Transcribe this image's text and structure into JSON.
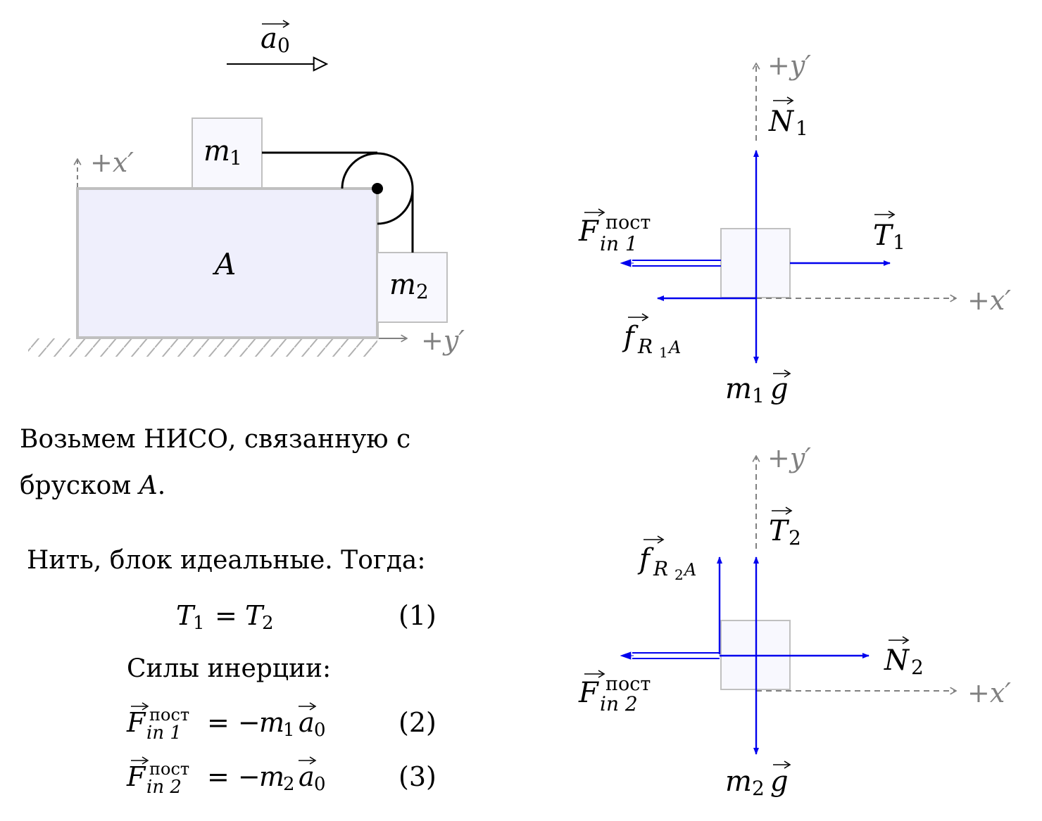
{
  "setup": {
    "acceleration_label": "a",
    "acceleration_sub": "0",
    "block_A_label": "A",
    "mass1_label": "m",
    "mass1_sub": "1",
    "mass2_label": "m",
    "mass2_sub": "2",
    "axis_x_label": "+x′",
    "axis_y_label": "+y′"
  },
  "fbd1": {
    "axis_x_label": "+x′",
    "axis_y_label": "+y′",
    "normal": {
      "main": "N",
      "sub": "1"
    },
    "tension": {
      "main": "T",
      "sub": "1"
    },
    "inertial": {
      "main": "F",
      "sup": "пост",
      "sub": "in 1"
    },
    "friction": {
      "main": "f",
      "sub": "R",
      "subsub": "1",
      "subtail": "A"
    },
    "gravity": {
      "m": "m",
      "sub": "1",
      "g": "g"
    }
  },
  "fbd2": {
    "axis_x_label": "+x′",
    "axis_y_label": "+y′",
    "normal": {
      "main": "N",
      "sub": "2"
    },
    "tension": {
      "main": "T",
      "sub": "2"
    },
    "inertial": {
      "main": "F",
      "sup": "пост",
      "sub": "in 2"
    },
    "friction": {
      "main": "f",
      "sub": "R",
      "subsub": "2",
      "subtail": "A"
    },
    "gravity": {
      "m": "m",
      "sub": "2",
      "g": "g"
    }
  },
  "text": {
    "intro_line1": "Возьмем НИСО, связанную с",
    "intro_line2_prefix": "бруском",
    "intro_line2_var": "A",
    "intro_line2_suffix": ".",
    "ideal_statement": "Нить, блок идеальные. Тогда:",
    "inertia_heading": "Силы инерции:"
  },
  "equations": [
    {
      "number": "(1)",
      "lhs_var": "T",
      "lhs_sub": "1",
      "op": "=",
      "rhs_var": "T",
      "rhs_sub": "2"
    },
    {
      "number": "(2)",
      "lhs_var": "F",
      "lhs_sup": "пост",
      "lhs_sub": "in 1",
      "op": "= −",
      "rhs_m": "m",
      "rhs_sub": "1",
      "rhs_a": "a",
      "rhs_asub": "0"
    },
    {
      "number": "(3)",
      "lhs_var": "F",
      "lhs_sup": "пост",
      "lhs_sub": "in 2",
      "op": "= −",
      "rhs_m": "m",
      "rhs_sub": "2",
      "rhs_a": "a",
      "rhs_asub": "0"
    }
  ],
  "colors": {
    "force": "#0000ee",
    "axis": "#808080",
    "block_fill": "#efeffc",
    "block_stroke": "#c0c0c0",
    "small_fill": "#f8f8fe"
  }
}
